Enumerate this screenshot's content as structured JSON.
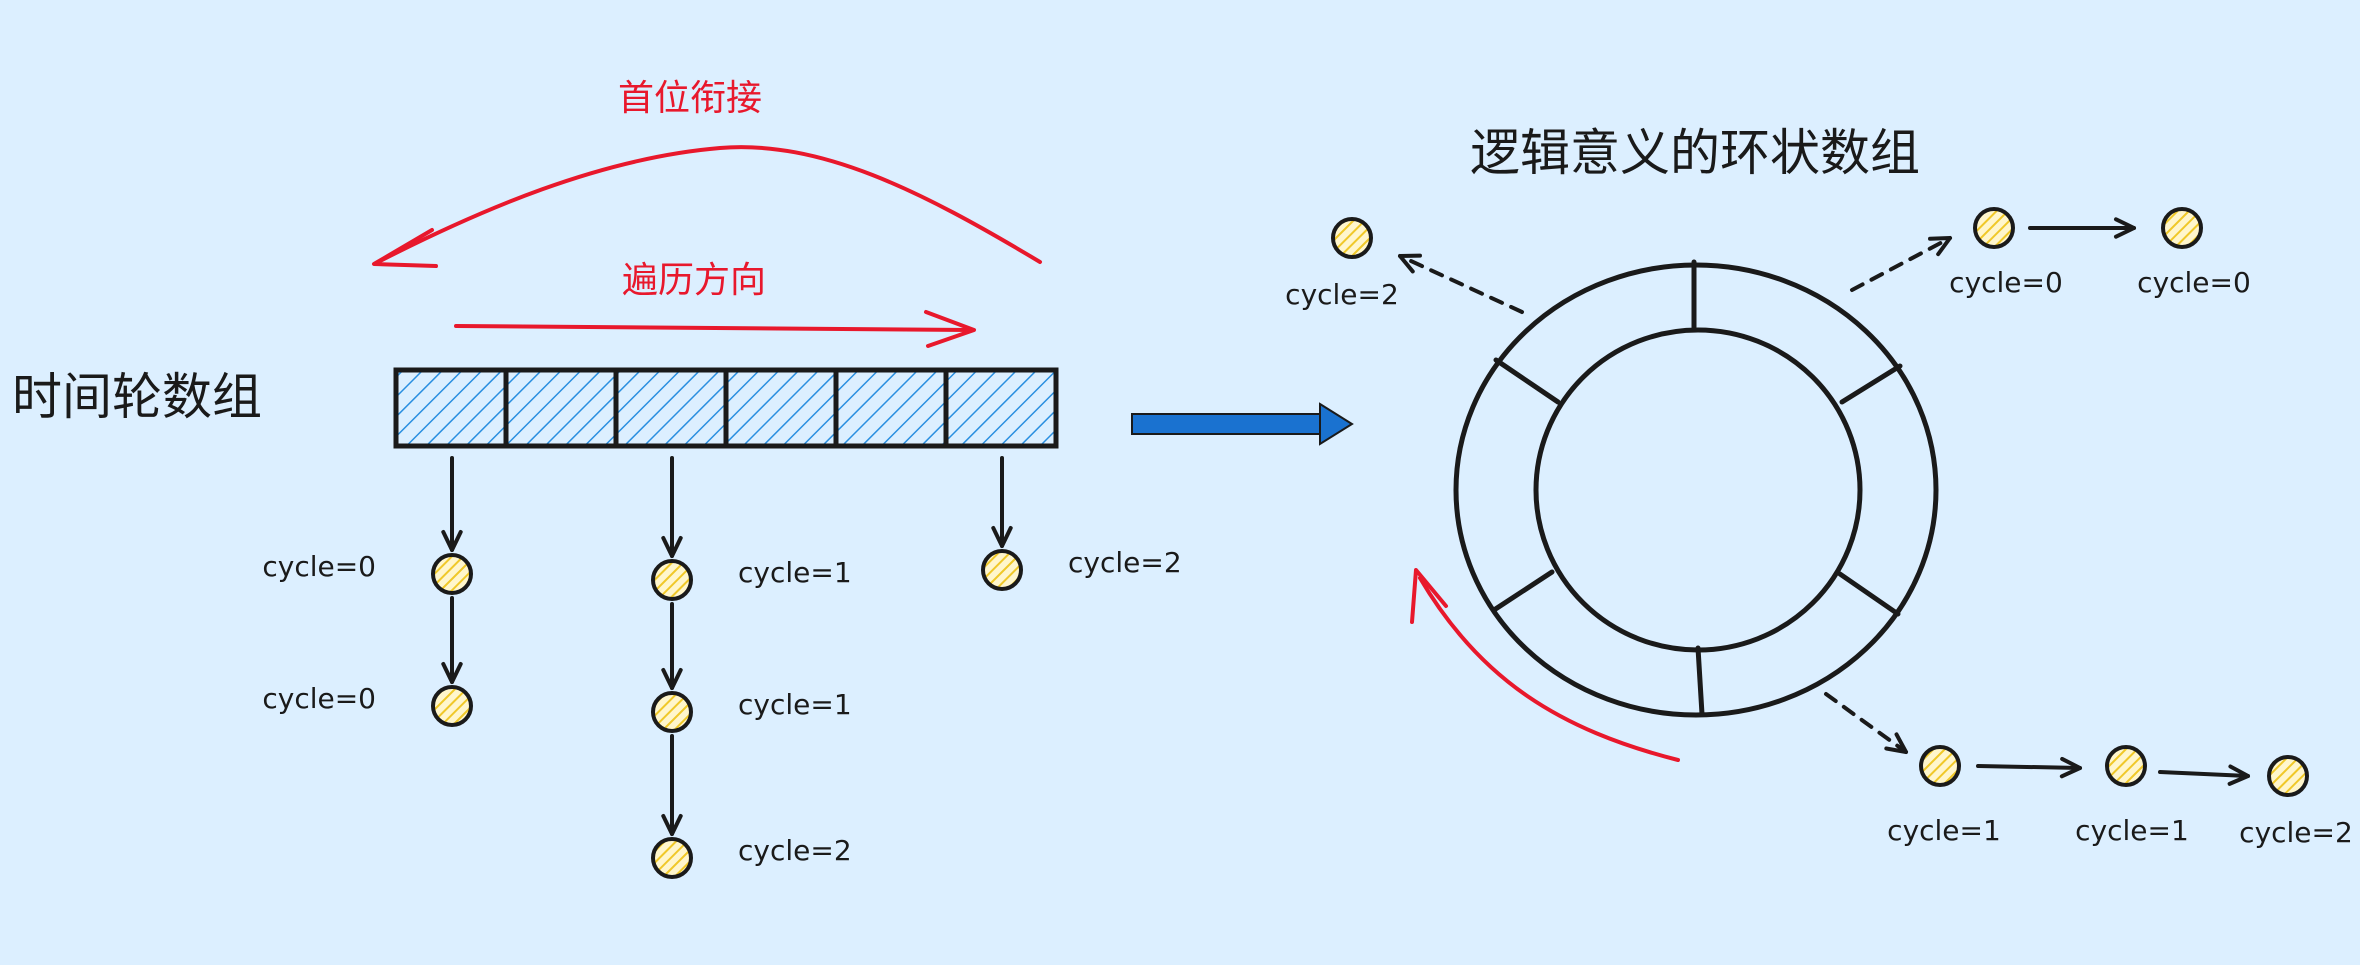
{
  "colors": {
    "background": "#dcefff",
    "ink": "#1a1a1a",
    "red": "#e8182c",
    "blue": "#1a72d0",
    "cell_fill": "#5aaee6",
    "node_fill": "#f3d248"
  },
  "labels": {
    "wrap_around": "首位衔接",
    "traverse_direction": "遍历方向",
    "array_title": "时间轮数组",
    "ring_title": "逻辑意义的环状数组"
  },
  "icons": {
    "transform_arrow": "arrow-right-icon"
  },
  "array_cells": [
    "",
    "",
    "",
    "",
    "",
    ""
  ],
  "array_chains": [
    {
      "slot": 0,
      "nodes": [
        {
          "label": "cycle=0"
        },
        {
          "label": "cycle=0"
        }
      ]
    },
    {
      "slot": 2,
      "nodes": [
        {
          "label": "cycle=1"
        },
        {
          "label": "cycle=1"
        },
        {
          "label": "cycle=2"
        }
      ]
    },
    {
      "slot": 5,
      "nodes": [
        {
          "label": "cycle=2"
        }
      ]
    }
  ],
  "ring_chains": {
    "left": [
      {
        "label": "cycle=2"
      }
    ],
    "top_right": [
      {
        "label": "cycle=0"
      },
      {
        "label": "cycle=0"
      }
    ],
    "bottom_right": [
      {
        "label": "cycle=1"
      },
      {
        "label": "cycle=1"
      },
      {
        "label": "cycle=2"
      }
    ]
  }
}
